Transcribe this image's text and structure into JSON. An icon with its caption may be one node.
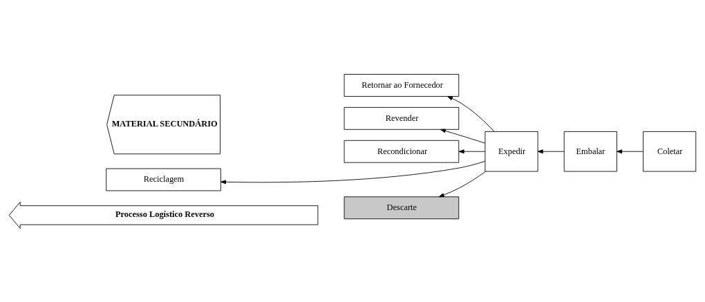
{
  "diagram": {
    "nodes": [
      {
        "text": [
          "MATERIAL SECUNDÁRIO"
        ]
      },
      {
        "text": [
          "Retornar ao Fornecedor"
        ]
      },
      {
        "text": [
          "Revender"
        ]
      },
      {
        "text": [
          "Recondicionar"
        ]
      },
      {
        "text": [
          "Reciclagem"
        ]
      },
      {
        "text": [
          "Descarte"
        ]
      },
      {
        "text": [
          "Expedir"
        ]
      },
      {
        "text": [
          "Embalar"
        ]
      },
      {
        "text": [
          "Coletar"
        ]
      },
      {
        "text": [
          "Processo Logístico Reverso"
        ]
      }
    ],
    "edges": [
      {
        "from": 8,
        "to": 7,
        "arrow": "to"
      },
      {
        "from": 7,
        "to": 6,
        "arrow": "to"
      },
      {
        "from": 6,
        "to": 1,
        "arrow": "to"
      },
      {
        "from": 6,
        "to": 2,
        "arrow": "to"
      },
      {
        "from": 6,
        "to": 3,
        "arrow": "to"
      },
      {
        "from": 6,
        "to": 4,
        "arrow": "to"
      },
      {
        "from": 6,
        "to": 5,
        "arrow": "to"
      }
    ]
  }
}
